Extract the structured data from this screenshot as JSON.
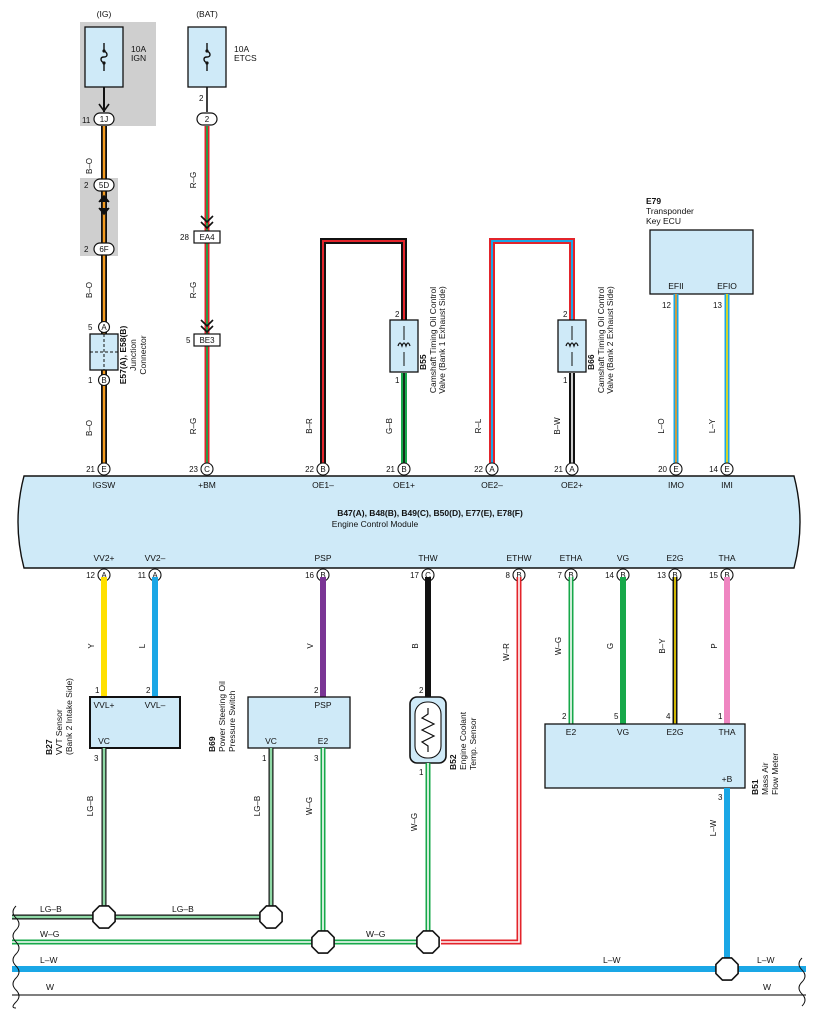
{
  "colors": {
    "panel": "#cfeaf8",
    "grey": "#cfcfcf",
    "orange": "#f39a1e",
    "red": "#e3242b",
    "green": "#17a84a",
    "blue": "#1aa7e6",
    "yellow": "#ffe000",
    "purple": "#7a3595",
    "pink": "#ef86c1",
    "lightgreen": "#8fd9a6"
  },
  "top": {
    "ig": "(IG)",
    "bat": "(BAT)",
    "fuse1_rating": "10A",
    "fuse1_name": "IGN",
    "fuse2_rating": "10A",
    "fuse2_name": "ETCS",
    "pin_11": "11",
    "conn_1j": "1J",
    "pin_2a": "2",
    "conn_2": "2",
    "pin_2b": "2",
    "conn_5d": "5D",
    "pin_2c": "2",
    "conn_6f": "6F",
    "wire_bo1": "B–O",
    "wire_bo2": "B–O",
    "wire_bo3": "B–O",
    "wire_rg1": "R–G",
    "wire_rg2": "R–G",
    "wire_rg3": "R–G",
    "pin_28": "28",
    "conn_ea4": "EA4",
    "pin_5": "5",
    "conn_be3": "BE3"
  },
  "junction": {
    "pin_top": "5",
    "letter_top": "A",
    "pin_bot": "1",
    "letter_bot": "B",
    "label_id": "E57(A), E58(B)",
    "label_1": "Junction",
    "label_2": "Connector"
  },
  "b55": {
    "id": "B55",
    "line1": "Camshaft Timing Oil Control",
    "line2": "Valve (Bank 1 Exhaust Side)",
    "pin_top": "2",
    "pin_bot": "1",
    "wire_br": "B–R",
    "wire_gb": "G–B"
  },
  "b66": {
    "id": "B66",
    "line1": "Camshaft Timing Oil Control",
    "line2": "Valve (Bank 2 Exhaust Side)",
    "pin_top": "2",
    "pin_bot": "1",
    "wire_rl": "R–L",
    "wire_bw": "B–W"
  },
  "e79": {
    "id": "E79",
    "name1": "Transponder",
    "name2": "Key ECU",
    "efii": "EFII",
    "efio": "EFIO",
    "pin_12": "12",
    "pin_13": "13",
    "wire_lo": "L–O",
    "wire_ly": "L–Y"
  },
  "ecm": {
    "title": "B47(A), B48(B), B49(C), B50(D), E77(E), E78(F)",
    "subtitle": "Engine Control Module",
    "top_pins": [
      {
        "num": "21",
        "letter": "E",
        "name": "IGSW"
      },
      {
        "num": "23",
        "letter": "C",
        "name": "+BM"
      },
      {
        "num": "22",
        "letter": "B",
        "name": "OE1–"
      },
      {
        "num": "21",
        "letter": "B",
        "name": "OE1+"
      },
      {
        "num": "22",
        "letter": "A",
        "name": "OE2–"
      },
      {
        "num": "21",
        "letter": "A",
        "name": "OE2+"
      },
      {
        "num": "20",
        "letter": "E",
        "name": "IMO"
      },
      {
        "num": "14",
        "letter": "E",
        "name": "IMI"
      }
    ],
    "bottom_pins": [
      {
        "num": "12",
        "letter": "A",
        "name": "VV2+"
      },
      {
        "num": "11",
        "letter": "A",
        "name": "VV2–"
      },
      {
        "num": "16",
        "letter": "B",
        "name": "PSP"
      },
      {
        "num": "17",
        "letter": "C",
        "name": "THW"
      },
      {
        "num": "8",
        "letter": "B",
        "name": "ETHW"
      },
      {
        "num": "7",
        "letter": "B",
        "name": "ETHA"
      },
      {
        "num": "14",
        "letter": "B",
        "name": "VG"
      },
      {
        "num": "13",
        "letter": "B",
        "name": "E2G"
      },
      {
        "num": "15",
        "letter": "B",
        "name": "THA"
      }
    ]
  },
  "lower_wires": {
    "y": "Y",
    "l": "L",
    "v": "V",
    "b": "B",
    "wr": "W–R",
    "wg": "W–G",
    "g": "G",
    "by": "B–Y",
    "p": "P"
  },
  "b27": {
    "id": "B27",
    "line1": "VVT Sensor",
    "line2": "(Bank 2 Intake Side)",
    "vvlp": "VVL+",
    "vvlm": "VVL–",
    "vc": "VC",
    "pin1": "1",
    "pin2": "2",
    "pin3": "3",
    "wire": "LG–B"
  },
  "b69": {
    "id": "B69",
    "line1": "Power Steering Oil",
    "line2": "Pressure Switch",
    "psp": "PSP",
    "vc": "VC",
    "e2": "E2",
    "pin2": "2",
    "pin1": "1",
    "pin3": "3",
    "wire_lgb": "LG–B",
    "wire_wg": "W–G"
  },
  "b52": {
    "id": "B52",
    "line1": "Engine Coolant",
    "line2": "Temp. Sensor",
    "pin2": "2",
    "pin1": "1",
    "wire": "W–G"
  },
  "b51": {
    "id": "B51",
    "line1": "Mass Air",
    "line2": "Flow Meter",
    "e2": "E2",
    "vg": "VG",
    "e2g": "E2G",
    "tha": "THA",
    "pb": "+B",
    "pin2": "2",
    "pin5": "5",
    "pin4": "4",
    "pin1": "1",
    "pin3": "3",
    "wire": "L–W"
  },
  "bus": {
    "lgb_1": "LG–B",
    "lgb_2": "LG–B",
    "wg_1": "W–G",
    "wg_2": "W–G",
    "lw_1": "L–W",
    "lw_2": "L–W",
    "lw_3": "L–W",
    "w_1": "W",
    "w_2": "W"
  }
}
